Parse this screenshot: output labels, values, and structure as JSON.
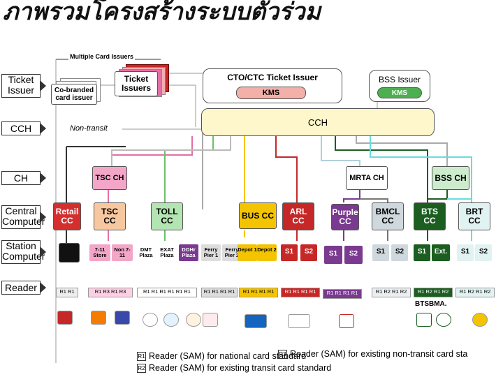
{
  "title": "ภาพรวมโครงสร้างระบบตั๋วร่วม",
  "row_labels": {
    "ticket_issuer": "Ticket Issuer",
    "cch": "CCH",
    "ch": "CH",
    "central_computer": "Central Computer",
    "station_computer": "Station Computer",
    "reader": "Reader"
  },
  "top": {
    "multiple_card_issuers": "Multiple Card Issuers",
    "co_branded": "Co-branded card issuer",
    "ticket_issuers": "Ticket Issuers",
    "cto_ctc": "CTO/CTC Ticket Issuer",
    "kms1": "KMS",
    "bss_issuer": "BSS Issuer",
    "kms2": "KMS",
    "cch": "CCH",
    "non_transit": "Non-transit"
  },
  "ch": {
    "tsc": "TSC CH",
    "mrta": "MRTA CH",
    "bss": "BSS CH"
  },
  "cc": {
    "retail": "Retail CC",
    "tsc": "TSC CC",
    "toll": "TOLL CC",
    "bus": "BUS CC",
    "arl": "ARL CC",
    "purple": "Purple CC",
    "bmcl": "BMCL CC",
    "bts": "BTS CC",
    "brt": "BRT CC"
  },
  "stations": {
    "s711a": "7-11 Store",
    "s711b": "Non 7-11",
    "dmt": "DMT Plaza",
    "exat": "EXAT Plaza",
    "dohr": "DOHr Plaza",
    "ferry1": "Ferry Pier 1",
    "ferry2": "Ferry Pier 2",
    "depot1": "Depot 1",
    "depot2": "Depot 2",
    "arl_s1": "S1",
    "arl_s2": "S2",
    "pur_s1": "S1",
    "pur_s2": "S2",
    "bm_s1": "S1",
    "bm_s2": "S2",
    "bts_s1": "S1",
    "bts_ext": "Ext.",
    "brt_s1": "S1",
    "brt_s2": "S2"
  },
  "readers": {
    "retail": "R1 R1",
    "tsc": "R1 R3 R1 R3",
    "toll": "R1 R1 R1 R1 R1 R1",
    "ferry": "R1 R1 R1 R1",
    "bus": "R1 R1 R1 R1",
    "arl": "R1 R1 R1 R1",
    "purple": "R1 R1 R1 R1",
    "bmcl": "R1 R2 R1 R2",
    "bts": "R1 R2 R1 R2",
    "brt": "R1 R2 R1 R2"
  },
  "btsbma": "BTSBMA.",
  "legend": {
    "r1_mark": "R1",
    "r1": "Reader (SAM) for national card standard",
    "r2_mark": "R2",
    "r2": "Reader (SAM) for existing transit card standard",
    "r3_mark": "R3",
    "r3": "Reader (SAM) for existing non-transit card sta"
  },
  "colors": {
    "tsc": "#f4a6c8",
    "purple": "#7a3a8f",
    "bts": "#1b5e20",
    "bmcl": "#cfd8dc",
    "arl": "#c62828",
    "bus": "#f5c400",
    "toll": "#b3e5b3",
    "cch": "#fff7cc",
    "brt": "#e0f2f1"
  }
}
